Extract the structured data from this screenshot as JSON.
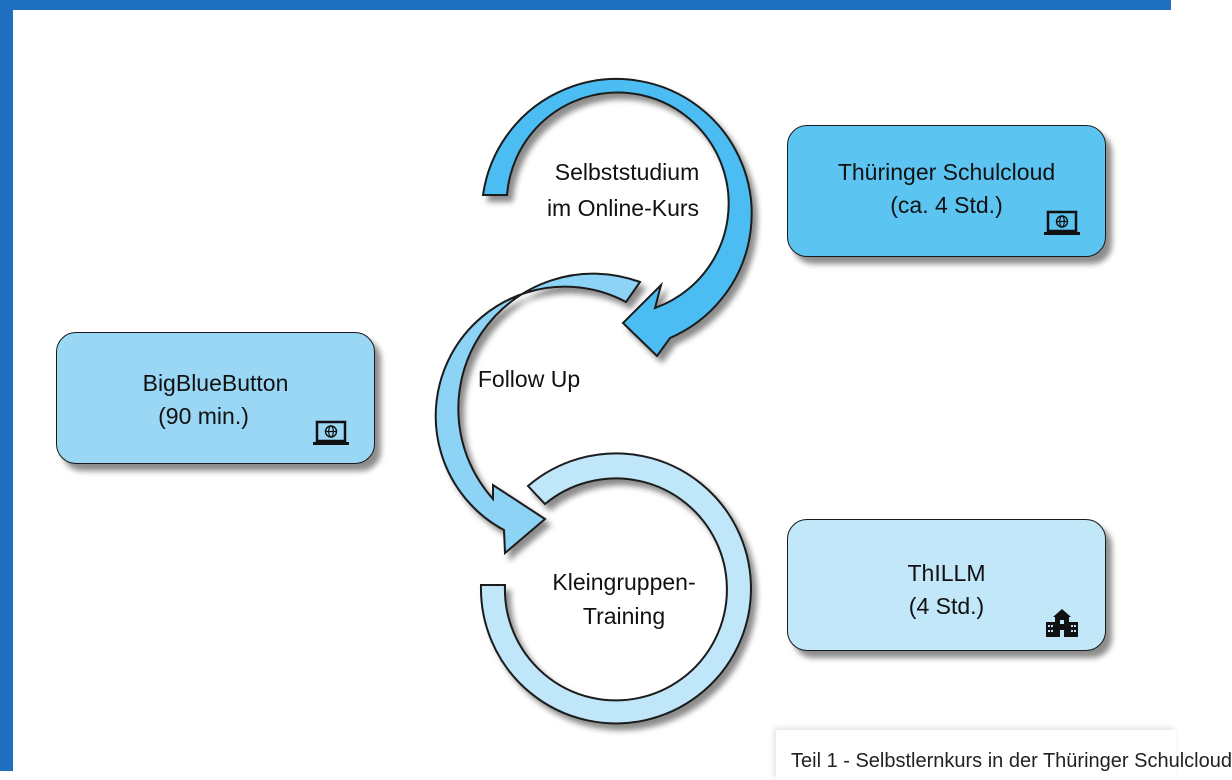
{
  "cycle": {
    "selbststudium": [
      "Selbststudium",
      "im Online-Kurs"
    ],
    "followup": "Follow Up",
    "training": [
      "Kleingruppen-",
      "Training"
    ]
  },
  "boxes": {
    "schulcloud": {
      "line1": "Thüringer Schulcloud",
      "line2": "(ca. 4 Std.)",
      "icon": "laptop-globe-icon"
    },
    "bigbluebutton": {
      "line1": "BigBlueButton",
      "line2": "(90 min.)",
      "icon": "laptop-globe-icon"
    },
    "thillm": {
      "line1": "ThILLM",
      "line2": "(4 Std.)",
      "icon": "school-building-icon"
    }
  },
  "caption": "Teil 1 - Selbstlernkurs in der Thüringer Schulcloud",
  "colors": {
    "frame": "#1f6fc0",
    "arrow_dark": "#4bbdf3",
    "arrow_mid": "#8dd3f5",
    "arrow_light": "#bfe6f9",
    "box_dark": "#5bc4f1",
    "box_mid": "#99d7f4",
    "box_light": "#c1e7f9"
  }
}
